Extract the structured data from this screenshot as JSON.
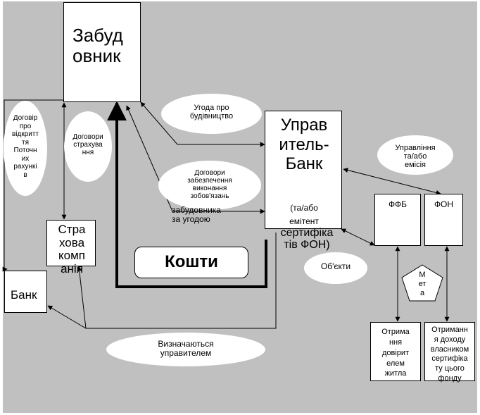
{
  "nodes": {
    "developer": "Забуд\nовник",
    "insurance": "Стра\nхова\nкомп\nанія",
    "bank": "Банк",
    "manager_bank_title": "Управ\nитель-\nБанк",
    "manager_bank_sub1": "(та/або\nемітент",
    "manager_bank_sub2": "сертифіка\nтів ФОН)",
    "ffb": "ФФБ",
    "fon": "ФОН",
    "funds": "Кошти",
    "objects": "Об'єкти",
    "goal": "М\nет\nа",
    "trust_recipient": "Отрима\nння\nдовірит\nелем\nжитла",
    "cert_income": "Отриманн\nя доходу\nвласником\nсертифіка\nту цього\nфонду"
  },
  "labels": {
    "current_account": "Договір\nпро\nвідкритт\nтя\nПоточн\nих\nрахункі\nв",
    "insurance_contracts": "Договори\nстрахува\nння",
    "construction_agreement": "Угода про\nбудівництво",
    "security_contracts": "Договори\nзабезпечення\nвиконання\nзобов'язань",
    "by_agreement": "забудовника\nза угодою",
    "management_emission": "Управління\nта/або\nемісія",
    "defined_by_manager": "Визначаються\nуправителем"
  },
  "colors": {
    "background": "#c0c0c0",
    "box": "#ffffff",
    "line": "#000000"
  }
}
